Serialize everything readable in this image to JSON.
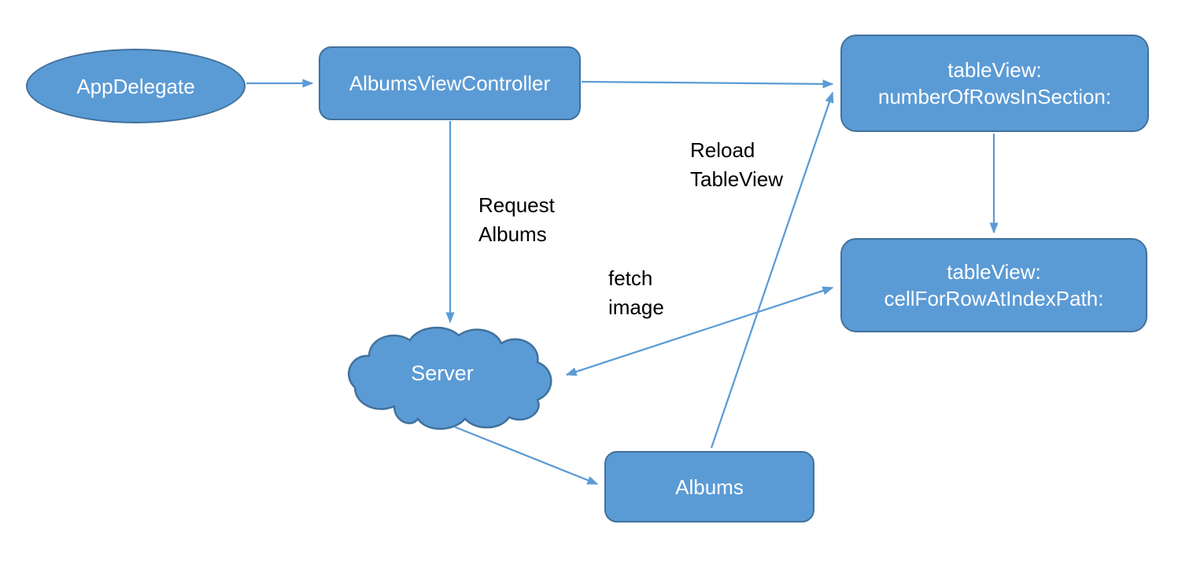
{
  "colors": {
    "background": "#ffffff",
    "shape_fill": "#5b9bd5",
    "shape_border": "#41719c",
    "arrow": "#5b9bd5",
    "shape_text": "#ffffff",
    "label_text": "#000000"
  },
  "nodes": {
    "app_delegate": {
      "shape": "ellipse",
      "label": "AppDelegate"
    },
    "albums_view_controller": {
      "shape": "rounded-rect",
      "label": "AlbumsViewController"
    },
    "table_view_number_of_rows": {
      "shape": "rounded-rect",
      "label": "tableView:\nnumberOfRowsInSection:"
    },
    "table_view_cell_for_row": {
      "shape": "rounded-rect",
      "label": "tableView:\ncellForRowAtIndexPath:"
    },
    "server": {
      "shape": "cloud",
      "label": "Server"
    },
    "albums": {
      "shape": "rounded-rect",
      "label": "Albums"
    }
  },
  "edge_labels": {
    "request_albums": "Request\nAlbums",
    "reload_tableview": "Reload\nTableView",
    "fetch_image": "fetch\nimage"
  },
  "edges": [
    {
      "from": "AppDelegate",
      "to": "AlbumsViewController",
      "style": "arrow",
      "label": ""
    },
    {
      "from": "AlbumsViewController",
      "to": "tableView:numberOfRowsInSection:",
      "style": "arrow",
      "label": ""
    },
    {
      "from": "AlbumsViewController",
      "to": "Server",
      "style": "arrow",
      "label": "Request Albums"
    },
    {
      "from": "tableView:numberOfRowsInSection:",
      "to": "tableView:cellForRowAtIndexPath:",
      "style": "arrow",
      "label": ""
    },
    {
      "from": "tableView:cellForRowAtIndexPath:",
      "to": "Server",
      "style": "double-arrow",
      "label": "fetch image"
    },
    {
      "from": "Server",
      "to": "Albums",
      "style": "arrow",
      "label": ""
    },
    {
      "from": "Albums",
      "to": "tableView:numberOfRowsInSection:",
      "style": "arrow",
      "label": "Reload TableView"
    }
  ]
}
